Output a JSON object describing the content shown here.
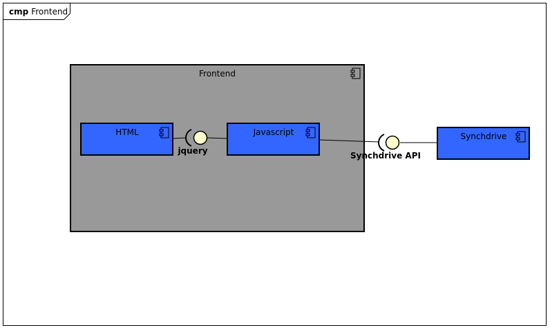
{
  "frame": {
    "keyword": "cmp",
    "name": "Frontend"
  },
  "package": {
    "name": "Frontend",
    "fill": "#999999"
  },
  "components": {
    "html": {
      "name": "HTML"
    },
    "javascript": {
      "name": "Javascript"
    },
    "synchdrive": {
      "name": "Synchdrive"
    }
  },
  "interfaces": {
    "jquery": {
      "name": "jquery"
    },
    "synchdrive_api": {
      "name": "Synchdrive API"
    }
  },
  "colors": {
    "component_fill": "#3366ff",
    "interface_fill": "#ffffcc",
    "package_fill": "#999999"
  }
}
